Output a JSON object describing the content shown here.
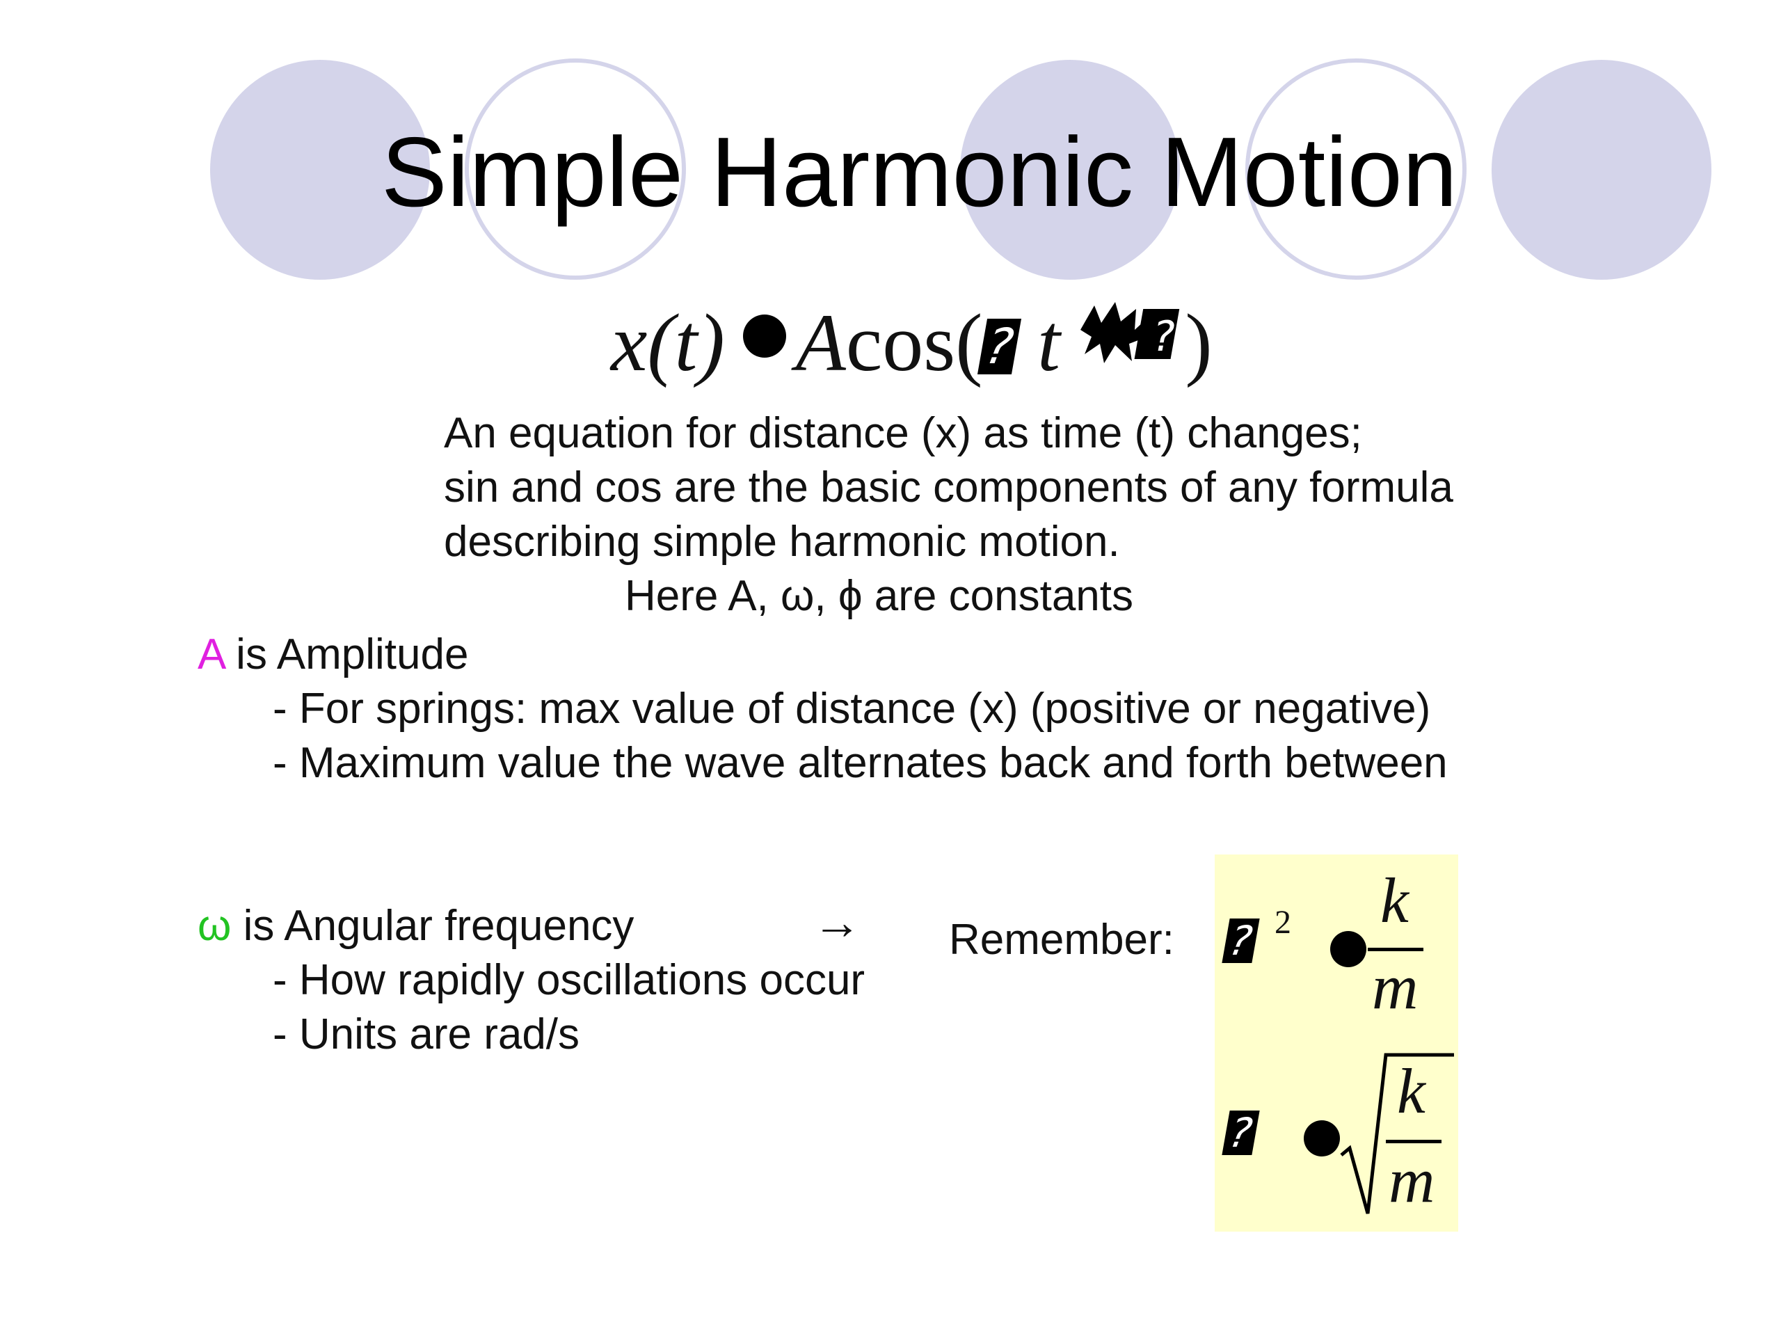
{
  "slide": {
    "title": "Simple Harmonic Motion",
    "equation": {
      "lhs": "x(t)",
      "amplitude": "A",
      "func": "cos(",
      "variable": "t",
      "close": ")"
    },
    "description": {
      "line1": "An equation for distance (x) as time (t) changes;",
      "line2": "sin and cos are the basic components of any formula",
      "line3": "describing simple harmonic motion.",
      "line4": "Here A, ω, ϕ are constants"
    },
    "amplitude_section": {
      "symbol": "A",
      "heading": " is Amplitude",
      "bullet1": "- For springs: max value of distance (x) (positive or negative)",
      "bullet2": "- Maximum value the wave alternates back and forth between"
    },
    "frequency_section": {
      "symbol": "ω",
      "heading": " is Angular frequency",
      "arrow": "→",
      "bullet1": "- How rapidly oscillations occur",
      "bullet2": "- Units are rad/s"
    },
    "remember": {
      "label": "Remember:",
      "exponent": "2",
      "numerator": "k",
      "denominator": "m",
      "numerator2": "k",
      "denominator2": "m"
    },
    "colors": {
      "circle_fill": "#d4d4ea",
      "amplitude_symbol": "#e020e0",
      "omega_symbol": "#22c322",
      "remember_box": "#ffffcc"
    }
  }
}
